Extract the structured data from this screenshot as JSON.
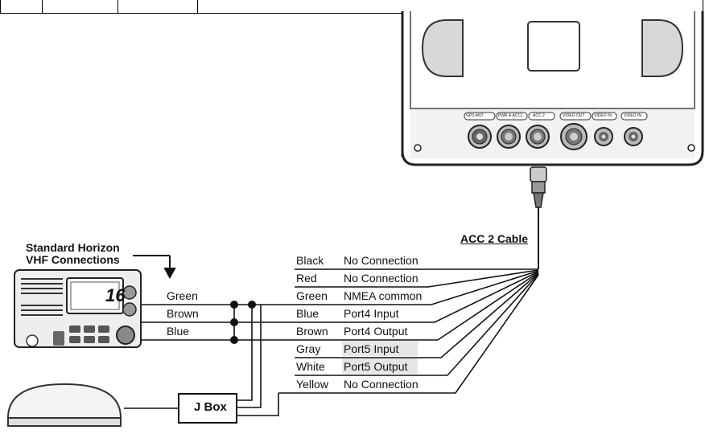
{
  "radio_callout": {
    "line1": "Standard Horizon",
    "line2": "VHF Connections"
  },
  "radio_display_channel": "16",
  "cable_label": "ACC 2 Cable",
  "jbox_label": "J Box",
  "vhf_wires": [
    {
      "color": "Green"
    },
    {
      "color": "Brown"
    },
    {
      "color": "Blue"
    }
  ],
  "acc2_wires": [
    {
      "color": "Black",
      "function": "No Connection"
    },
    {
      "color": "Red",
      "function": "No Connection"
    },
    {
      "color": "Green",
      "function": "NMEA common"
    },
    {
      "color": "Blue",
      "function": "Port4 Input"
    },
    {
      "color": "Brown",
      "function": "Port4 Output"
    },
    {
      "color": "Gray",
      "function": "Port5 Input"
    },
    {
      "color": "White",
      "function": "Port5 Output"
    },
    {
      "color": "Yellow",
      "function": "No Connection"
    }
  ],
  "connector_ports": [
    "GPS ANT",
    "PWR & ACC1",
    "ACC 2",
    "VIDEO OUT",
    "VIDEO IN",
    "VIDEO IN"
  ]
}
